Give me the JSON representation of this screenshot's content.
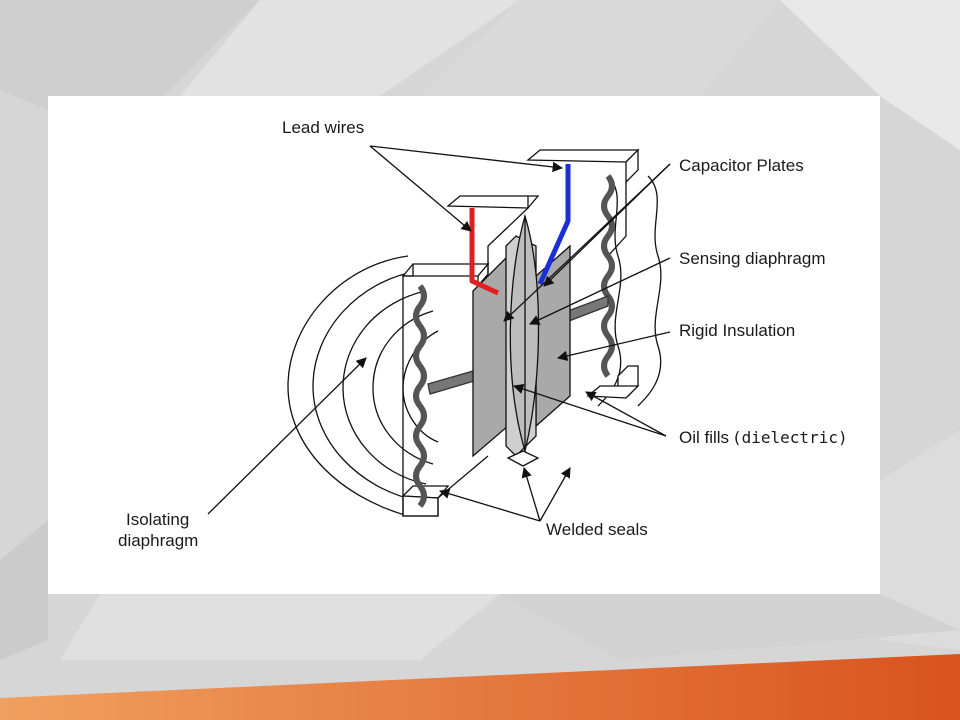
{
  "diagram": {
    "labels": {
      "lead_wires": "Lead wires",
      "capacitor_plates": "Capacitor Plates",
      "sensing_diaphragm": "Sensing diaphragm",
      "rigid_insulation": "Rigid Insulation",
      "oil_fills": "Oil fills",
      "dielectric": "(dielectric)",
      "welded_seals": "Welded seals",
      "isolating_diaphragm_line1": "Isolating",
      "isolating_diaphragm_line2": "diaphragm"
    },
    "colors": {
      "lead_wire_left": "#e02020",
      "lead_wire_right": "#1a2fd6",
      "plate_fill": "#a9a9a9",
      "accent_band": "#e0622a"
    }
  }
}
